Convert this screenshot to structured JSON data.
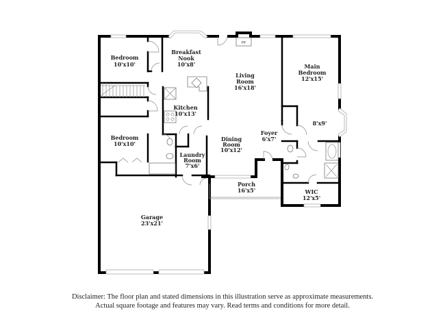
{
  "floor_plan": {
    "rooms": [
      {
        "id": "bedroom-1",
        "name": "Bedroom",
        "size": "10'x10'"
      },
      {
        "id": "breakfast-nook",
        "name": "Breakfast Nook",
        "name_lines": [
          "Breakfast",
          "Nook"
        ],
        "size": "10'x8'"
      },
      {
        "id": "living-room",
        "name": "Living Room",
        "name_lines": [
          "Living",
          "Room"
        ],
        "size": "16'x18'"
      },
      {
        "id": "main-bedroom",
        "name": "Main Bedroom",
        "name_lines": [
          "Main",
          "Bedroom"
        ],
        "size": "12'x15'"
      },
      {
        "id": "kitchen",
        "name": "Kitchen",
        "size": "10'x13'"
      },
      {
        "id": "sitting-area",
        "name": "",
        "size": "8'x9'"
      },
      {
        "id": "bedroom-2",
        "name": "Bedroom",
        "size": "10'x10'"
      },
      {
        "id": "foyer",
        "name": "Foyer",
        "size": "6'x7'"
      },
      {
        "id": "dining-room",
        "name": "Dining Room",
        "name_lines": [
          "Dining",
          "Room"
        ],
        "size": "10'x12'"
      },
      {
        "id": "laundry-room",
        "name": "Laundry Room",
        "name_lines": [
          "Laundry",
          "Room"
        ],
        "size": "7'x6'"
      },
      {
        "id": "porch",
        "name": "Porch",
        "size": "16'x5'"
      },
      {
        "id": "wic",
        "name": "WIC",
        "size": "12'x5'"
      },
      {
        "id": "garage",
        "name": "Garage",
        "size": "23'x21'"
      }
    ],
    "fireplace_label": "FP",
    "colors": {
      "wall": "#000000",
      "window": "#aaaaaa",
      "fixture": "#777777",
      "background": "#ffffff",
      "text": "#222222"
    }
  },
  "disclaimer": {
    "line1": "Disclaimer: The floor plan and stated dimensions in this illustration serve as approximate measurements.",
    "line2": "Actual square footage and features may vary. Read terms and conditions for more detail."
  }
}
